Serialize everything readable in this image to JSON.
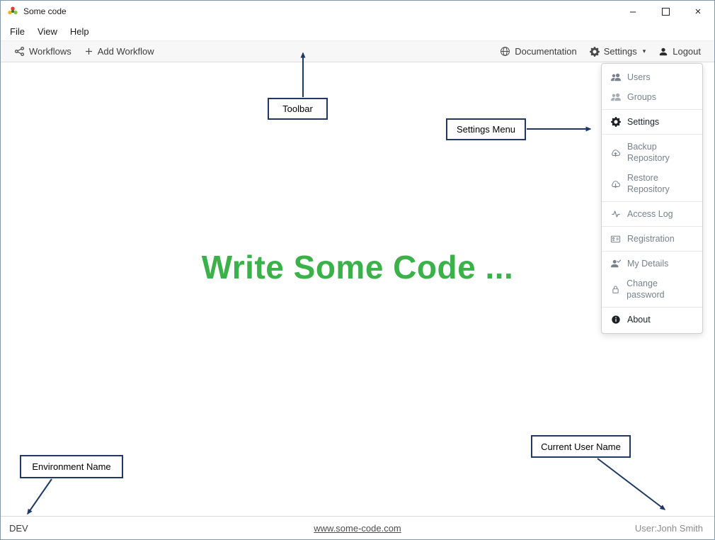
{
  "window": {
    "title": "Some code",
    "minimize": "–",
    "close": "×"
  },
  "menubar": {
    "file": "File",
    "view": "View",
    "help": "Help"
  },
  "toolbar": {
    "workflows_label": "Workflows",
    "add_workflow_label": "Add Workflow",
    "documentation_label": "Documentation",
    "settings_label": "Settings",
    "logout_label": "Logout"
  },
  "main": {
    "headline": "Write Some Code ..."
  },
  "settings_menu": {
    "groups": [
      {
        "items": [
          {
            "label": "Users",
            "icon": "users-icon"
          },
          {
            "label": "Groups",
            "icon": "groups-icon"
          }
        ]
      },
      {
        "items": [
          {
            "label": "Settings",
            "icon": "gear-icon"
          }
        ]
      },
      {
        "items": [
          {
            "label": "Backup Repository",
            "icon": "cloud-upload-icon"
          },
          {
            "label": "Restore Repository",
            "icon": "cloud-download-icon"
          }
        ]
      },
      {
        "items": [
          {
            "label": "Access Log",
            "icon": "activity-icon"
          }
        ]
      },
      {
        "items": [
          {
            "label": "Registration",
            "icon": "card-icon"
          }
        ]
      },
      {
        "items": [
          {
            "label": "My Details",
            "icon": "person-check-icon"
          },
          {
            "label": "Change password",
            "icon": "lock-icon"
          }
        ]
      },
      {
        "items": [
          {
            "label": "About",
            "icon": "info-icon"
          }
        ]
      }
    ]
  },
  "annotations": {
    "toolbar": "Toolbar",
    "settings_menu": "Settings Menu",
    "environment": "Environment Name",
    "current_user": "Current User Name"
  },
  "statusbar": {
    "environment": "DEV",
    "website": "www.some-code.com",
    "user": "User:Jonh Smith"
  },
  "colors": {
    "headline_green": "#3bb14a",
    "annotation_navy": "#203864"
  }
}
